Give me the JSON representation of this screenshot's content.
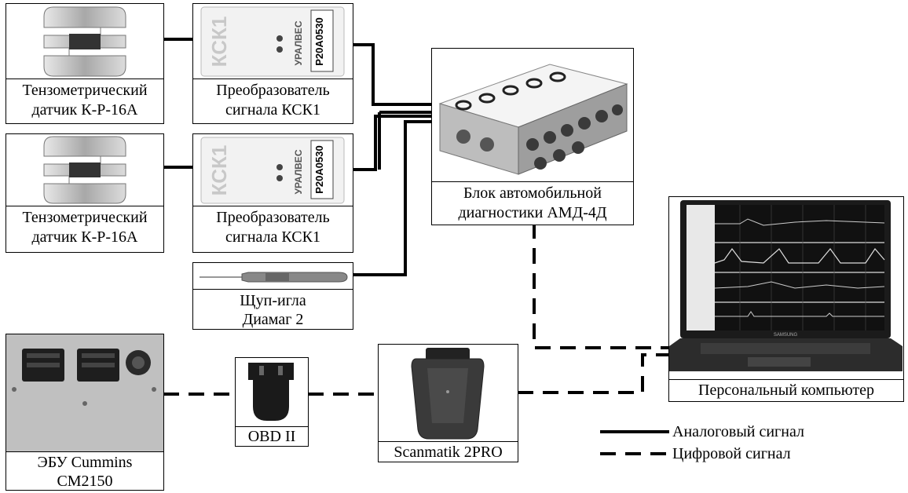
{
  "nodes": {
    "sensor1": {
      "line1": "Тензометрический",
      "line2": "датчик К-Р-16А"
    },
    "conv1": {
      "line1": "Преобразователь",
      "line2": "сигнала КСК1",
      "device_text": "КСК1",
      "brand": "УРАЛВЕС",
      "serial": "P20A0530"
    },
    "sensor2": {
      "line1": "Тензометрический",
      "line2": "датчик К-Р-16А"
    },
    "conv2": {
      "line1": "Преобразователь",
      "line2": "сигнала КСК1",
      "device_text": "КСК1",
      "brand": "УРАЛВЕС",
      "serial": "P20A0530"
    },
    "amd": {
      "line1": "Блок автомобильной",
      "line2": "диагностики АМД-4Д"
    },
    "probe": {
      "line1": "Щуп-игла",
      "line2": "Диамаг 2"
    },
    "ecu": {
      "line1": "ЭБУ Cummins",
      "line2": "CM2150"
    },
    "obd": {
      "line1": "OBD II"
    },
    "scan": {
      "line1": "Scanmatik 2PRO"
    },
    "pc": {
      "line1": "Персональный компьютер",
      "laptop_brand": "SAMSUNG"
    }
  },
  "legend": {
    "analog": "Аналоговый сигнал",
    "digital": "Цифровой сигнал"
  },
  "colors": {
    "line": "#000000",
    "metal": "#b5b5b5",
    "device": "#ececec"
  }
}
